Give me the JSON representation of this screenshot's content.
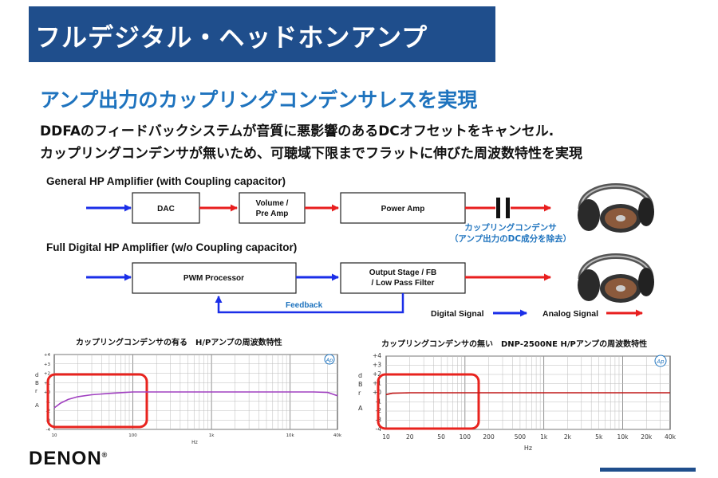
{
  "header": {
    "title": "フルデジタル・ヘッドホンアンプ"
  },
  "subtitle": "アンプ出力のカップリングコンデンサレスを実現",
  "description": [
    "DDFAのフィードバックシステムが音質に悪影響のあるDCオフセットをキャンセル.",
    "カップリングコンデンサが無いため、可聴域下限までフラットに伸びた周波数特性を実現"
  ],
  "diagram": {
    "general": {
      "label": "General HP Amplifier (with Coupling capacitor)",
      "blocks": [
        "DAC",
        "Volume /",
        "Pre Amp",
        "Power Amp"
      ],
      "capacitor_label": "カップリングコンデンサ",
      "capacitor_note": "（アンプ出力のDC成分を除去）"
    },
    "digital": {
      "label": "Full Digital HP Amplifier (w/o Coupling capacitor)",
      "blocks": [
        "PWM Processor",
        "Output Stage / FB",
        "/ Low Pass Filter"
      ],
      "feedback": "Feedback"
    },
    "legend": {
      "digital": "Digital Signal",
      "analog": "Analog Signal"
    },
    "colors": {
      "digital": "#1a2ee8",
      "analog": "#e81e1e",
      "accent": "#1e73be"
    }
  },
  "charts": [
    {
      "title": "カップリングコンデンサの有る　H/Pアンプの周波数特性",
      "badge": "Ap",
      "y_ticks": [
        "+4",
        "+3",
        "+2",
        "+1",
        "+0",
        "-1",
        "-2",
        "-3",
        "-4"
      ],
      "ylabel": [
        "d",
        "B",
        "r",
        "A"
      ],
      "x_ticks": [
        "10",
        "100",
        "1k",
        "10k",
        "40k"
      ],
      "xlabel": "Hz"
    },
    {
      "title": "カップリングコンデンサの無い　DNP-2500NE H/Pアンプの周波数特性",
      "badge": "Ap",
      "y_ticks": [
        "+4",
        "+3",
        "+2",
        "+1",
        "+0",
        "-1",
        "-2",
        "-3",
        "-4"
      ],
      "ylabel": [
        "d",
        "B",
        "r",
        "A"
      ],
      "x_ticks": [
        "10",
        "20",
        "50",
        "100",
        "200",
        "500",
        "1k",
        "2k",
        "5k",
        "10k",
        "20k",
        "40k"
      ],
      "xlabel": "Hz"
    }
  ],
  "chart_data": [
    {
      "type": "line",
      "title": "カップリングコンデンサの有る　H/Pアンプの周波数特性",
      "xlabel": "Hz",
      "ylabel": "dBr A",
      "x_scale": "log",
      "xlim": [
        10,
        40000
      ],
      "ylim": [
        -4,
        4
      ],
      "grid": true,
      "series": [
        {
          "color": "#a040c0",
          "x": [
            10,
            12,
            15,
            20,
            30,
            50,
            80,
            100,
            200,
            500,
            1000,
            5000,
            10000,
            20000,
            30000,
            40000
          ],
          "y": [
            -1.7,
            -1.2,
            -0.8,
            -0.5,
            -0.3,
            -0.15,
            -0.05,
            0,
            0,
            0,
            0,
            0,
            0,
            0,
            -0.05,
            -0.4
          ]
        }
      ]
    },
    {
      "type": "line",
      "title": "カップリングコンデンサの無い　DNP-2500NE H/Pアンプの周波数特性",
      "xlabel": "Hz",
      "ylabel": "dBr A",
      "x_scale": "log",
      "xlim": [
        10,
        40000
      ],
      "ylim": [
        -4,
        4
      ],
      "grid": true,
      "series": [
        {
          "color": "#c01818",
          "x": [
            10,
            12,
            20,
            50,
            100,
            1000,
            10000,
            20000,
            40000
          ],
          "y": [
            -0.2,
            -0.05,
            0,
            0,
            0,
            0,
            0,
            0,
            0
          ]
        }
      ]
    }
  ],
  "brand": {
    "logo": "DENON",
    "mark": "®"
  }
}
